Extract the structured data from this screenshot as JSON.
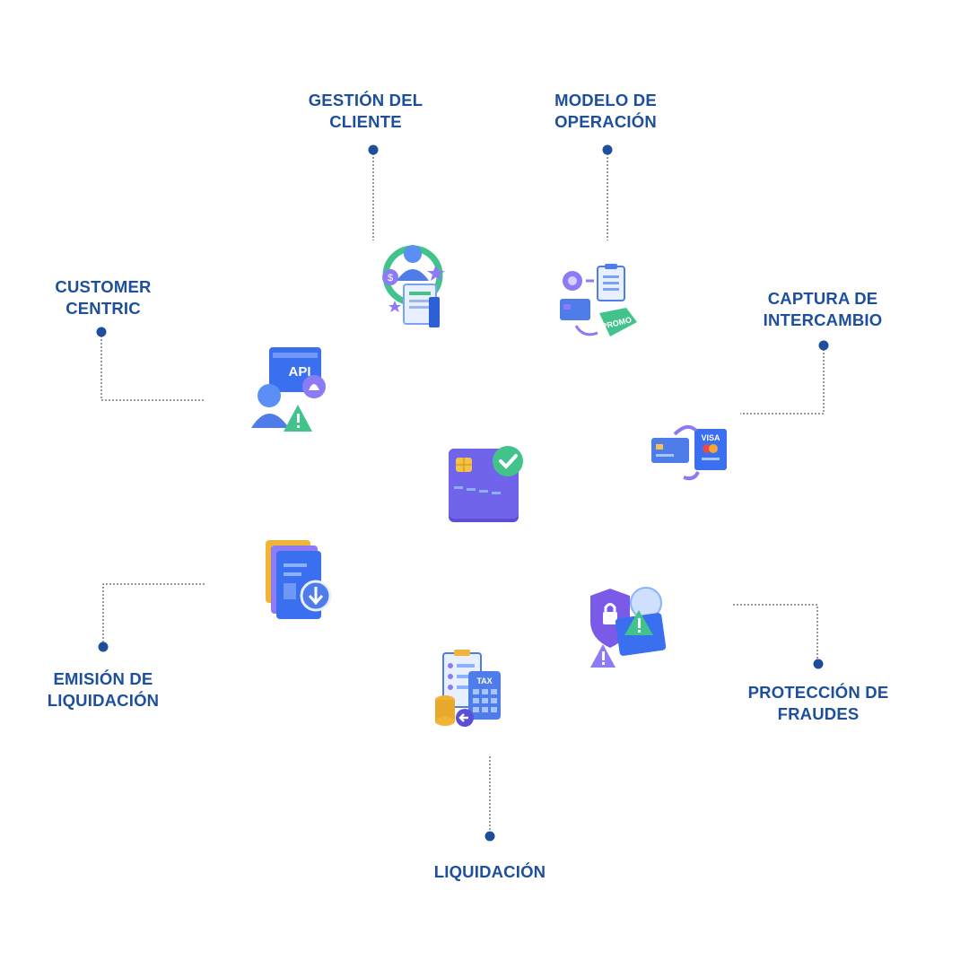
{
  "diagram": {
    "center": {
      "icon": "credit-card-check-icon"
    },
    "nodes": [
      {
        "id": "gestion",
        "lines": [
          "GESTIÓN DEL",
          "CLIENTE"
        ],
        "icon": "customer-management-icon"
      },
      {
        "id": "modelo",
        "lines": [
          "MODELO DE",
          "OPERACIÓN"
        ],
        "icon": "operation-model-icon"
      },
      {
        "id": "customer",
        "lines": [
          "CUSTOMER",
          "CENTRIC"
        ],
        "icon": "api-user-icon"
      },
      {
        "id": "captura",
        "lines": [
          "CAPTURA DE",
          "INTERCAMBIO"
        ],
        "icon": "card-exchange-icon"
      },
      {
        "id": "emision",
        "lines": [
          "EMISIÓN DE",
          "LIQUIDACIÓN"
        ],
        "icon": "folder-download-icon"
      },
      {
        "id": "proteccion",
        "lines": [
          "PROTECCIÓN DE",
          "FRAUDES"
        ],
        "icon": "shield-lock-icon"
      },
      {
        "id": "liquidacion",
        "lines": [
          "LIQUIDACIÓN"
        ],
        "icon": "tax-calculator-icon"
      }
    ],
    "colors": {
      "label": "#1d4f9c",
      "dot": "#1d4f9c",
      "line": "#333333"
    }
  }
}
